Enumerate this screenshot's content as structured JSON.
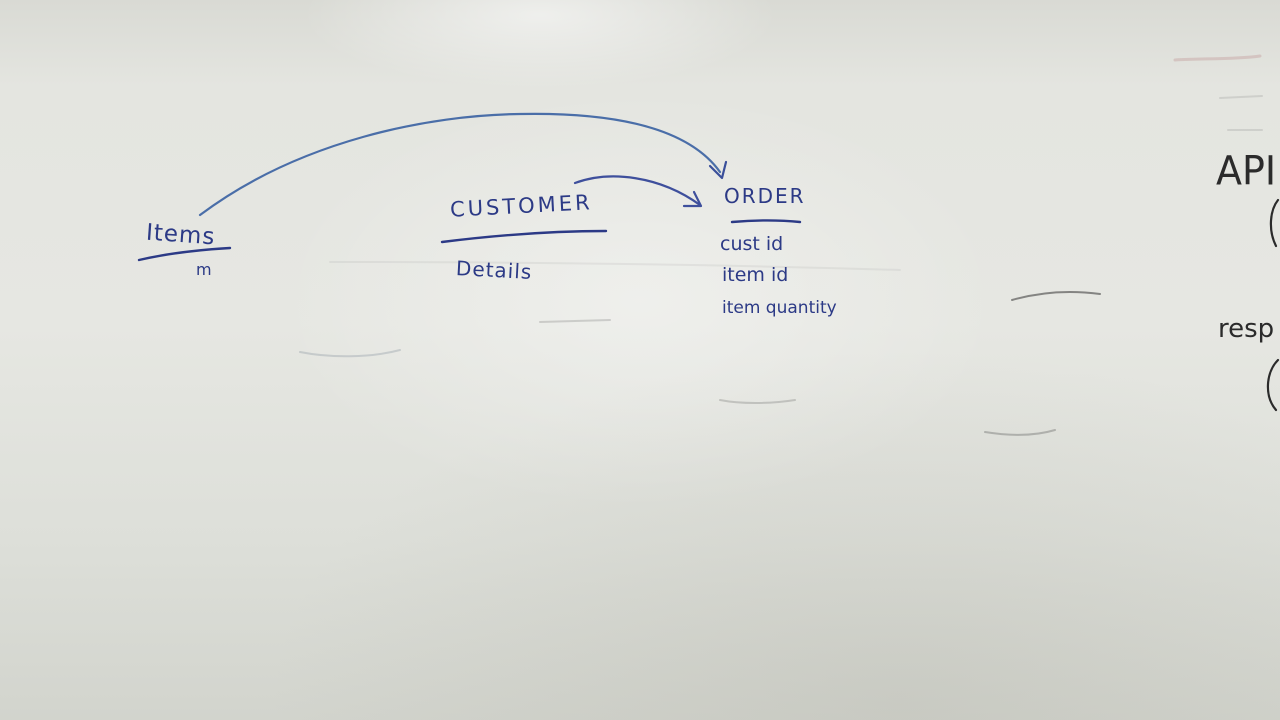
{
  "whiteboard": {
    "entities": {
      "items": {
        "title": "Items",
        "note": "m"
      },
      "customer": {
        "title": "CUSTOMER",
        "fields": [
          "Details"
        ]
      },
      "order": {
        "title": "ORDER",
        "fields": [
          "cust id",
          "item id",
          "item quantity"
        ]
      }
    },
    "right_edge_text": [
      "API",
      "resp"
    ],
    "colors": {
      "board": "#e5e6e1",
      "blue_marker": "#2c3a86",
      "black_marker": "#2b2b2b"
    }
  }
}
